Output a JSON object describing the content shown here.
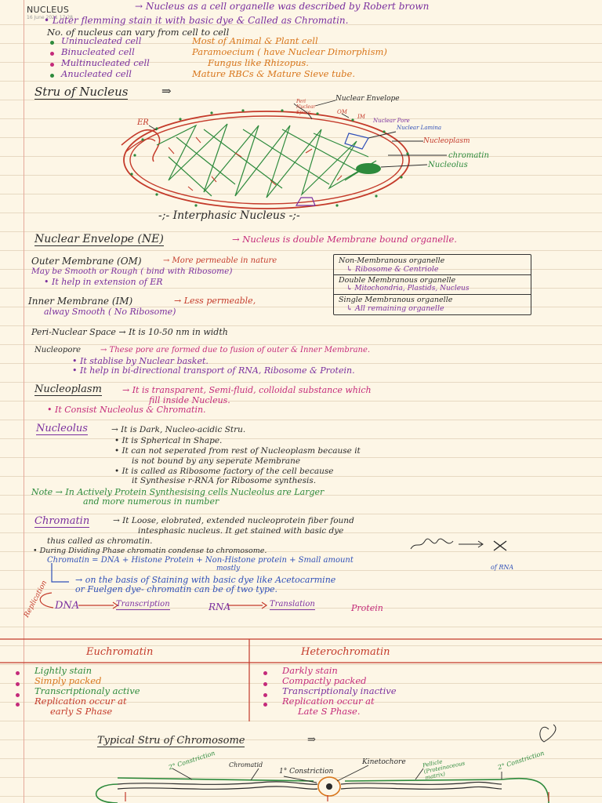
{
  "header": {
    "title": "NUCLEUS",
    "date": "16 June 2021   17:28"
  },
  "intro": {
    "line1": "→ Nucleus as a cell organelle was described by Robert brown",
    "line2": "• Later flemming stain it with basic dye & Called as Chromatin.",
    "line3": "No. of nucleus can vary from cell to cell",
    "items": [
      {
        "term": "Uninucleated cell",
        "example": "Most of Animal & Plant cell"
      },
      {
        "term": "Binucleated cell",
        "example": "Paramoecium ( have Nuclear Dimorphism)"
      },
      {
        "term": "Multinucleated cell",
        "example": "Fungus like Rhizopus."
      },
      {
        "term": "Anucleated cell",
        "example": "Mature RBCs & Mature Sieve tube."
      }
    ]
  },
  "structure": {
    "heading": "Stru of Nucleus",
    "diagram_labels": {
      "er": "ER",
      "nuclear_envelope": "Nuclear Envelope",
      "perinuclear_space": "Peri Nuclear Space",
      "om": "OM",
      "im": "IM",
      "nuclear_pore": "Nuclear Pore",
      "nuclear_lamina": "Nuclear Lamina",
      "nucleoplasm": "Nucleoplasm",
      "chromatin": "chromatin",
      "nucleolus": "Nucleolus"
    },
    "caption": "-;- Interphasic Nucleus -;-"
  },
  "nuclear_envelope": {
    "heading": "Nuclear Envelope (NE)",
    "desc": "→ Nucleus is double Membrane bound organelle.",
    "om_label": "Outer Membrane (OM)",
    "om_desc": "→ More permeable in nature",
    "om_line2": "May be Smooth or Rough ( bind with Ribosome)",
    "om_line3": "• It help in extension of ER",
    "im_label": "Inner Membrane (IM)",
    "im_desc": "→ Less permeable,",
    "im_line2": "alway Smooth ( No Ribosome)",
    "peri": "Peri-Nuclear Space → It is 10-50 nm in width",
    "pore_label": "Nucleopore",
    "pore_desc": "→ These pore are formed due to fusion of outer & Inner Membrane.",
    "pore_b1": "• It stablise by Nuclear basket.",
    "pore_b2": "• It help in bi-directional transport of RNA, Ribosome & Protein."
  },
  "organelle_table": {
    "rows": [
      {
        "title": "Non-Membranous organelle",
        "sub": "↳ Ribosome & Centriole"
      },
      {
        "title": "Double Membranous organelle",
        "sub": "↳ Mitochondria, Plastids, Nucleus"
      },
      {
        "title": "Single Membranous organelle",
        "sub": "↳ All remaining organelle"
      }
    ]
  },
  "nucleoplasm": {
    "heading": "Nucleoplasm",
    "desc": "→ It is transparent, Semi-fluid, colloidal substance which",
    "desc2": "fill inside Nucleus.",
    "b1": "• It Consist Nucleolus & Chromatin."
  },
  "nucleolus": {
    "heading": "Nucleolus",
    "desc": "→ It is Dark, Nucleo-acidic Stru.",
    "b1": "• It is Spherical in Shape.",
    "b2": "• It can not seperated from rest of Nucleoplasm because it",
    "b2b": "is not bound by any seperate Membrane",
    "b3": "• It is called as Ribosome factory of the cell because",
    "b3b": "it Synthesise r-RNA for Ribosome synthesis.",
    "note1": "Note → In Actively Protein Synthesising cells Nucleolus are Larger",
    "note2": "and more numerous in number"
  },
  "chromatin": {
    "heading": "Chromatin",
    "desc": "→ It Loose, elobrated, extended nucleoprotein fiber found",
    "desc2": "intesphasic nucleus. It get stained with basic dye",
    "desc3": "thus called as chromatin.",
    "b1": "• During Dividing Phase chromatin condense to chromosome.",
    "eq_left": "Chromatin = DNA + Histone Protein + Non-Histone protein + Small amount",
    "eq_mostly": "mostly",
    "eq_rna": "of RNA",
    "types": "→ on the basis of Staining with basic dye like Acetocarmine",
    "types2": "or Fuelgen dye- chromatin can be of two type.",
    "replication": "Replication",
    "dogma": {
      "dna": "DNA",
      "transcription": "Transcription",
      "rna": "RNA",
      "translation": "Translation",
      "protein": "Protein"
    }
  },
  "comparison": {
    "left_title": "Euchromatin",
    "right_title": "Heterochromatin",
    "left": [
      "Lightly stain",
      "Simply packed",
      "Transcriptionaly active",
      "Replication occur at",
      "early S Phase"
    ],
    "right": [
      "Darkly stain",
      "Compactly packed",
      "Transcriptionaly inactive",
      "Replication occur at",
      "Late S Phase."
    ]
  },
  "chromosome": {
    "heading": "Typical Stru of Chromosome",
    "labels": {
      "secondary_left": "2° Constriction",
      "chromatid": "Chromatid",
      "primary": "1° Constriction",
      "kinetochore": "Kinetochore",
      "pellicle": "Pellicle (Proteinaceous matrix)",
      "secondary_right": "2° Constriction"
    }
  },
  "colors": {
    "red": "#c43a2a",
    "green": "#2d8a3c",
    "blue": "#2f4fb8",
    "purple": "#7a2f9e",
    "orange": "#d8751a",
    "magenta": "#c42a7a",
    "paper": "#fdf6e6"
  }
}
